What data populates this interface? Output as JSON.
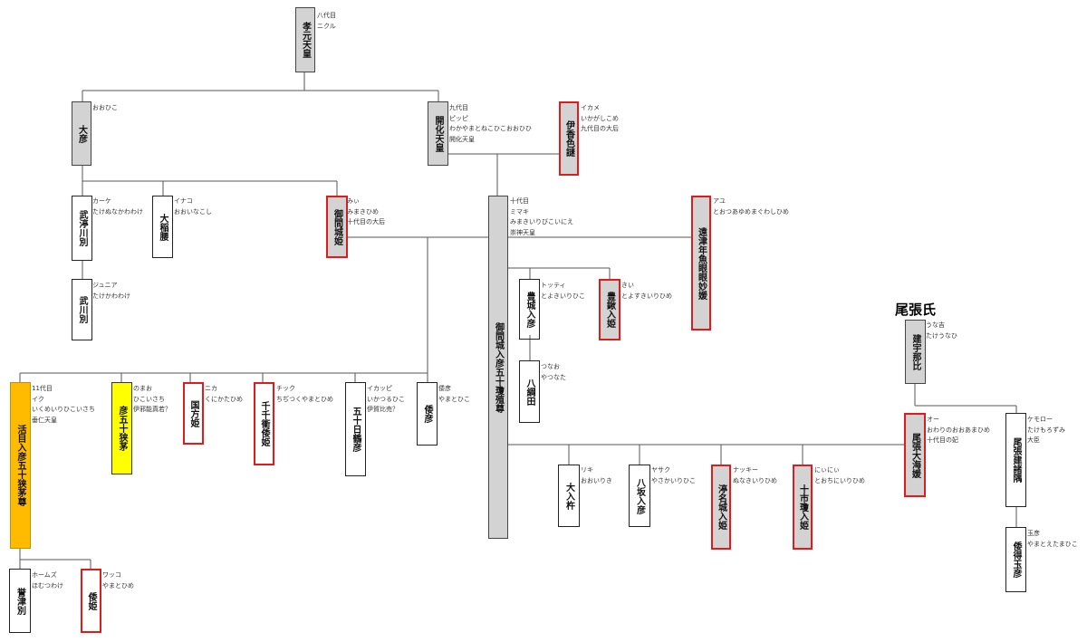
{
  "title": "尾張氏",
  "nodes": {
    "kougen": {
      "name": "孝元天皇",
      "notes": [
        "八代目",
        "ニクル"
      ]
    },
    "ohiko": {
      "name": "大彦",
      "notes": [
        "おおひこ"
      ]
    },
    "kaika": {
      "name": "開化天皇",
      "notes": [
        "九代目",
        "ピッピ",
        "わかやまとねこひこおおひひ",
        "開化天皇"
      ]
    },
    "ikagashikome": {
      "name": "伊香色謎",
      "notes": [
        "イカメ",
        "いかがしこめ",
        "九代目の大后"
      ]
    },
    "takenunakawawake": {
      "name": "武渟川別",
      "notes": [
        "カーケ",
        "たけぬなかわわけ"
      ]
    },
    "oinakoshi": {
      "name": "大稲腰",
      "notes": [
        "イナコ",
        "おおいなこし"
      ]
    },
    "mimakihime": {
      "name": "御間城姫",
      "notes": [
        "みぃ",
        "みまきひめ",
        "十代目の大后"
      ]
    },
    "sujin": {
      "name": "御間城入彦五十瓊殖尊",
      "notes": [
        "十代目",
        "ミマキ",
        "みまきいりびこいにえ",
        "崇神天皇"
      ]
    },
    "toochi": {
      "name": "遠津年魚眼眼妙媛",
      "notes": [
        "アユ",
        "とおつあゆめまぐわしひめ"
      ]
    },
    "takekawawake": {
      "name": "武川別",
      "notes": [
        "ジュニア",
        "たけかわわけ"
      ]
    },
    "toyokiirihiko": {
      "name": "豊城入彦",
      "notes": [
        "トッティ",
        "とよきいりひこ"
      ]
    },
    "toyosukiirihime": {
      "name": "豊鍬入姫",
      "notes": [
        "きい",
        "とよすきいりひめ"
      ]
    },
    "yatsunada": {
      "name": "八綱田",
      "notes": [
        "つなお",
        "やつなた"
      ]
    },
    "takeshi_owari": {
      "name": "建宇那比",
      "notes": [
        "うな吉",
        "たけうなひ"
      ]
    },
    "suinin": {
      "name": "活目入彦五十狭茅尊",
      "notes": [
        "11代目",
        "イク",
        "いくめいりひこいさち",
        "垂仁天皇"
      ]
    },
    "hikoisachi": {
      "name": "彦五十狭茅",
      "notes": [
        "のまお",
        "ひこいさち",
        "伊邪能真若？"
      ]
    },
    "kunikata": {
      "name": "国方姫",
      "notes": [
        "ニカ",
        "くにかたひめ"
      ]
    },
    "chijitsuku": {
      "name": "千千衝倭姫",
      "notes": [
        "チック",
        "ちぢつくやまとひめ"
      ]
    },
    "ikatsuruhiko": {
      "name": "五十日鶴彦",
      "notes": [
        "イカッピ",
        "いかつるひこ",
        "伊賀比売？"
      ]
    },
    "yamatohiko": {
      "name": "倭彦",
      "notes": [
        "倭彦",
        "やまとひこ"
      ]
    },
    "owarionami": {
      "name": "尾張大海媛",
      "notes": [
        "オー",
        "おわりのおおあまひめ",
        "十代目の妃"
      ]
    },
    "owaritakemorosumi": {
      "name": "尾張建諸隅",
      "notes": [
        "ケモロー",
        "たけもろずみ",
        "大臣"
      ]
    },
    "ooirikine": {
      "name": "大入杵",
      "notes": [
        "リキ",
        "おおいりき"
      ]
    },
    "yasakairihiko": {
      "name": "八坂入彦",
      "notes": [
        "ヤサク",
        "やさかいりひこ"
      ]
    },
    "nunakiirihime": {
      "name": "渟名城入姫",
      "notes": [
        "ナッキー",
        "ぬなきいりひめ"
      ]
    },
    "tochiniirihime": {
      "name": "十市瓊入姫",
      "notes": [
        "にぃにぃ",
        "とおちにいりひめ"
      ]
    },
    "yamatoetamahiko": {
      "name": "倭得玉彦",
      "notes": [
        "玉彦",
        "やまとえたまひこ"
      ]
    },
    "homutsuwake": {
      "name": "誉津別",
      "notes": [
        "ホームズ",
        "ほむつわけ"
      ]
    },
    "yamatohime": {
      "name": "倭姫",
      "notes": [
        "ワッコ",
        "やまとひめ"
      ]
    }
  }
}
